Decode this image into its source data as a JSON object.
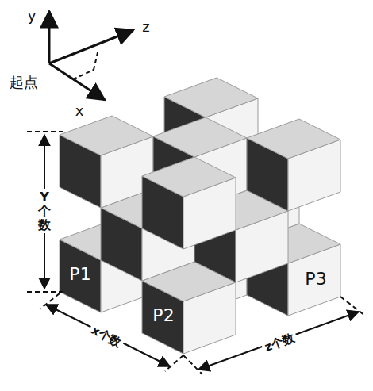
{
  "diagram": {
    "labels": [
      "y",
      "z",
      "起点",
      "x",
      "Y个数",
      "x个数",
      "z个数",
      "P1",
      "P2",
      "P3"
    ]
  }
}
